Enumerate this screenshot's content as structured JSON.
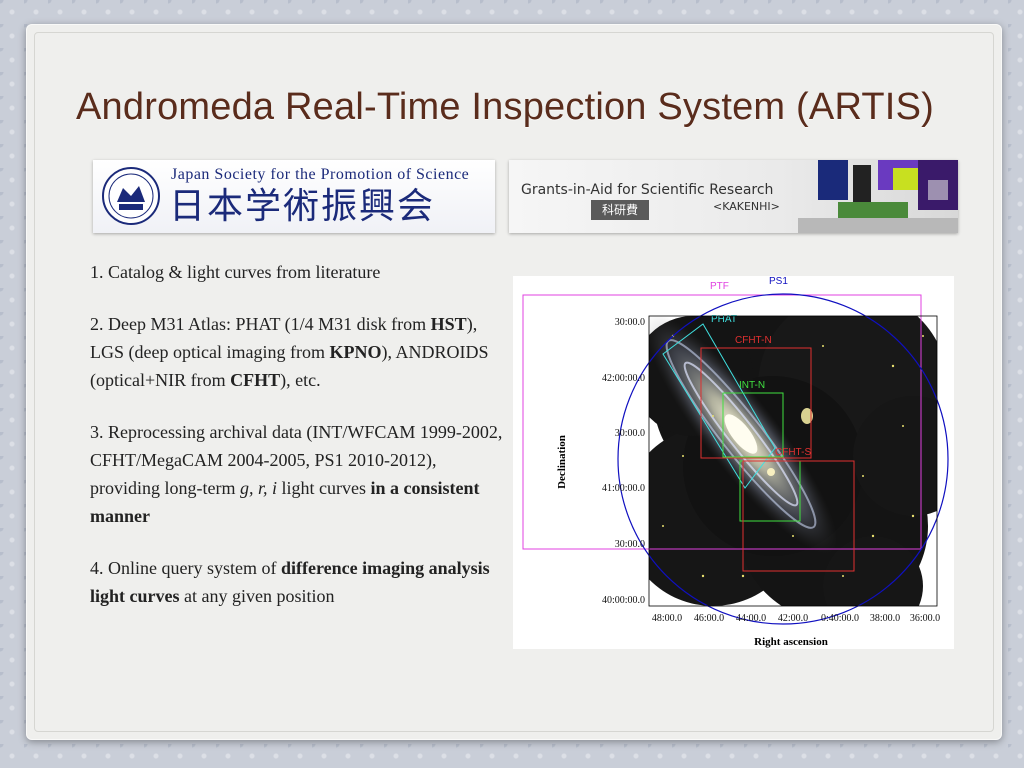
{
  "slide": {
    "title": "Andromeda Real-Time Inspection System (ARTIS)"
  },
  "logos": {
    "jsps": {
      "english_name": "Japan Society for the Promotion of Science",
      "japanese_name": "日本学術振興会"
    },
    "kakenhi": {
      "title": "Grants-in-Aid for Scientific Research",
      "japanese_name": "科研費",
      "subtitle": "<KAKENHI>"
    }
  },
  "bullets": {
    "b1": {
      "text": "1. Catalog & light curves from literature"
    },
    "b2": {
      "p1": "2. Deep M31 Atlas: PHAT (1/4 M31 disk from ",
      "hst": "HST",
      "p2": "), LGS (deep optical imaging from ",
      "kpno": "KPNO",
      "p3": "), ANDROIDS (optical+NIR from ",
      "cfht": "CFHT",
      "p4": "), etc."
    },
    "b3": {
      "p1": "3. Reprocessing archival data (INT/WFCAM 1999-2002, CFHT/MegaCAM 2004-2005, PS1 2010-2012), providing long-term ",
      "bands": "g, r, i",
      "p2": " light curves ",
      "bold": "in a consistent manner"
    },
    "b4": {
      "p1": "4. Online query system of ",
      "bold": "difference imaging analysis light curves",
      "p2": " at any given position"
    }
  },
  "figure": {
    "xlabel": "Right ascension",
    "ylabel": "Declination",
    "x_ticks": [
      "48:00.0",
      "46:00.0",
      "44:00.0",
      "42:00.0",
      "0:40:00.0",
      "38:00.0",
      "36:00.0"
    ],
    "y_ticks": [
      "30:00.0",
      "42:00:00.0",
      "30:00.0",
      "41:00:00.0",
      "30:00.0",
      "40:00:00.0"
    ],
    "footprints": [
      {
        "label": "PTF",
        "color": "#e040e0"
      },
      {
        "label": "PS1",
        "color": "#1010c0"
      },
      {
        "label": "PHAT",
        "color": "#40e0e0"
      },
      {
        "label": "CFHT-N",
        "color": "#e03030"
      },
      {
        "label": "INT-N",
        "color": "#40e040"
      },
      {
        "label": "CFHT-S",
        "color": "#e03030"
      }
    ]
  }
}
